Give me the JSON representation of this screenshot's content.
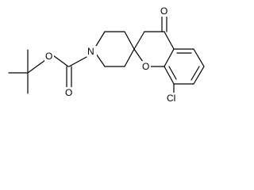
{
  "molecule": {
    "atoms": {
      "nitrogen": "N",
      "carbonyl_oxygen_carbamate": "O",
      "ester_oxygen": "O",
      "ketone_oxygen": "O",
      "ring_oxygen": "O",
      "chlorine": "Cl"
    }
  }
}
